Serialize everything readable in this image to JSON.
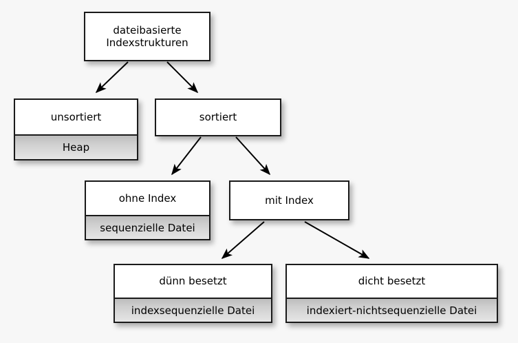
{
  "diagram": {
    "type": "tree",
    "title": "dateibasierte Indexstrukturen",
    "background_color": "#f7f7f7",
    "node_border_color": "#1a1a1a",
    "node_fill_color": "#ffffff",
    "subnode_fill_color": "#cfcfcf",
    "text_color": "#000000",
    "edge_color": "#000000",
    "nodes": [
      {
        "id": "root",
        "label": "dateibasierte\nIndexstrukturen",
        "sublabel": null
      },
      {
        "id": "unsortiert",
        "label": "unsortiert",
        "sublabel": "Heap"
      },
      {
        "id": "sortiert",
        "label": "sortiert",
        "sublabel": null
      },
      {
        "id": "ohne-index",
        "label": "ohne Index",
        "sublabel": "sequenzielle Datei"
      },
      {
        "id": "mit-index",
        "label": "mit Index",
        "sublabel": null
      },
      {
        "id": "duenn-besetzt",
        "label": "dünn besetzt",
        "sublabel": "indexsequenzielle Datei"
      },
      {
        "id": "dicht-besetzt",
        "label": "dicht besetzt",
        "sublabel": "indexiert-nichtsequenzielle Datei"
      }
    ],
    "edges": [
      {
        "from": "root",
        "to": "unsortiert"
      },
      {
        "from": "root",
        "to": "sortiert"
      },
      {
        "from": "sortiert",
        "to": "ohne-index"
      },
      {
        "from": "sortiert",
        "to": "mit-index"
      },
      {
        "from": "mit-index",
        "to": "duenn-besetzt"
      },
      {
        "from": "mit-index",
        "to": "dicht-besetzt"
      }
    ]
  }
}
